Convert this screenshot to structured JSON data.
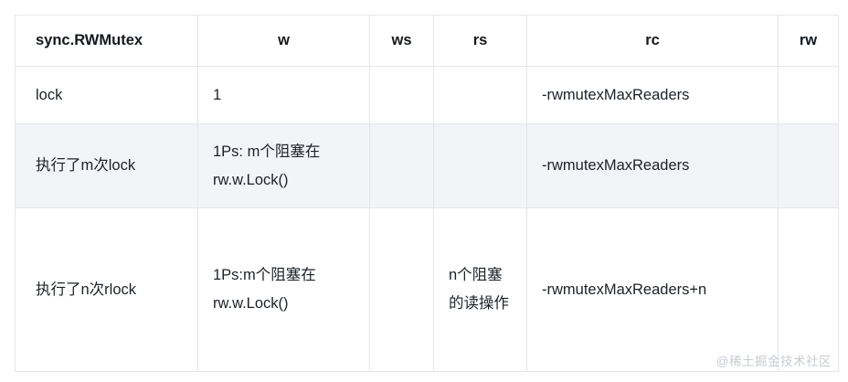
{
  "table": {
    "headers": [
      {
        "label": "sync.RWMutex",
        "align": "left"
      },
      {
        "label": "w",
        "align": "center"
      },
      {
        "label": "ws",
        "align": "center"
      },
      {
        "label": "rs",
        "align": "center"
      },
      {
        "label": "rc",
        "align": "center"
      },
      {
        "label": "rw",
        "align": "center"
      }
    ],
    "rows": [
      {
        "shaded": false,
        "cells": [
          "lock",
          "1",
          "",
          "",
          "-rwmutexMaxReaders",
          ""
        ]
      },
      {
        "shaded": true,
        "cells": [
          "执行了m次lock",
          "1Ps: m个阻塞在 rw.w.Lock()",
          "",
          "",
          "-rwmutexMaxReaders",
          ""
        ]
      },
      {
        "shaded": false,
        "cells": [
          "执行了n次rlock",
          "1Ps:m个阻塞在 rw.w.Lock()",
          "",
          "n个阻塞的读操作",
          "-rwmutexMaxReaders+n",
          ""
        ]
      }
    ]
  },
  "watermark": {
    "text": "@稀土掘金技术社区"
  },
  "colors": {
    "grid": "#e4e6e9",
    "cell_background": "#ffffff",
    "shaded_row_background": "#f2f4f7",
    "text": "#1d2129",
    "watermark_text": "#c9ccd1"
  }
}
